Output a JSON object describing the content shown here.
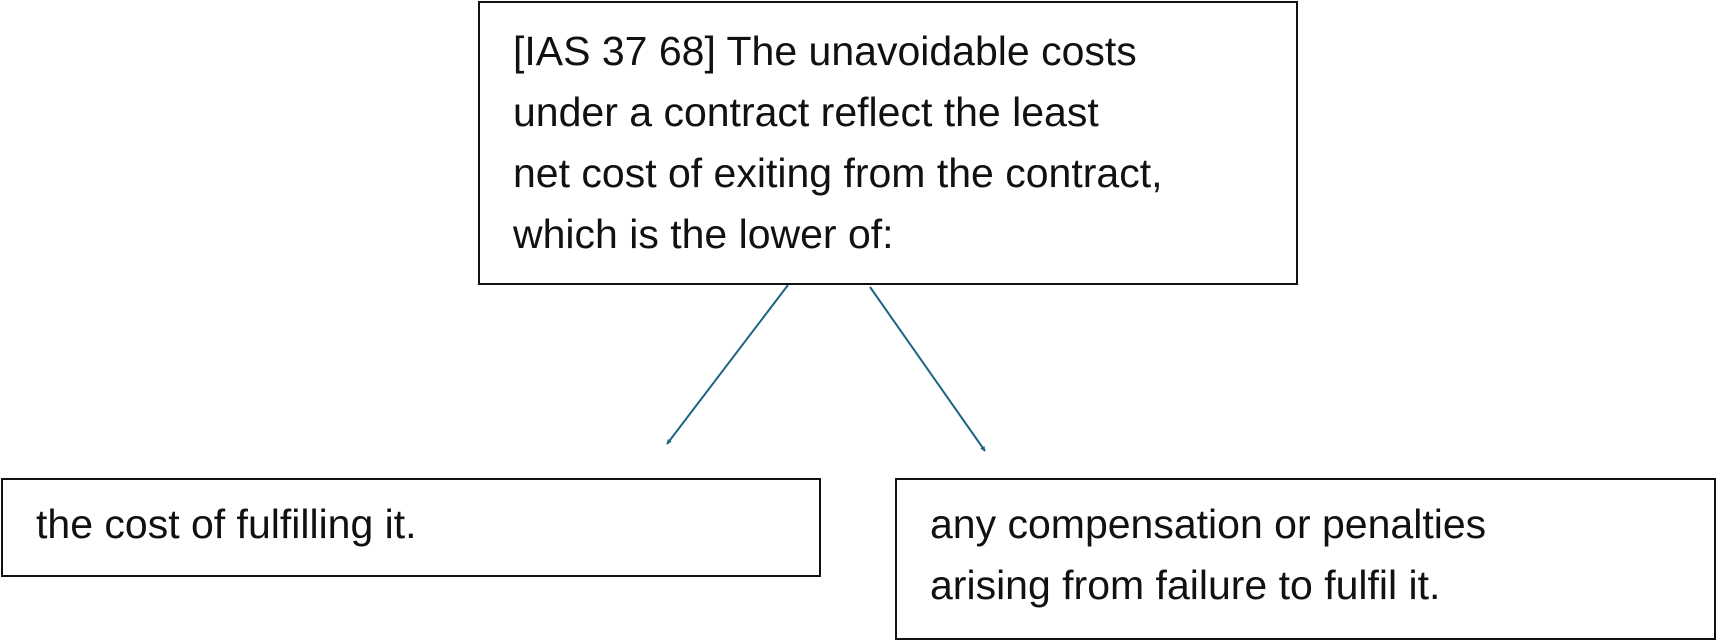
{
  "diagram": {
    "top": {
      "lines": [
        "[IAS 37 68] The unavoidable costs",
        "under a contract reflect the least",
        "net cost of exiting from the contract,",
        "which is the lower of:"
      ]
    },
    "left": {
      "lines": [
        "the cost of fulfilling it."
      ]
    },
    "right": {
      "lines": [
        "any compensation or penalties",
        "arising from failure to fulfil it."
      ]
    },
    "arrow_color": "#1f6482"
  }
}
